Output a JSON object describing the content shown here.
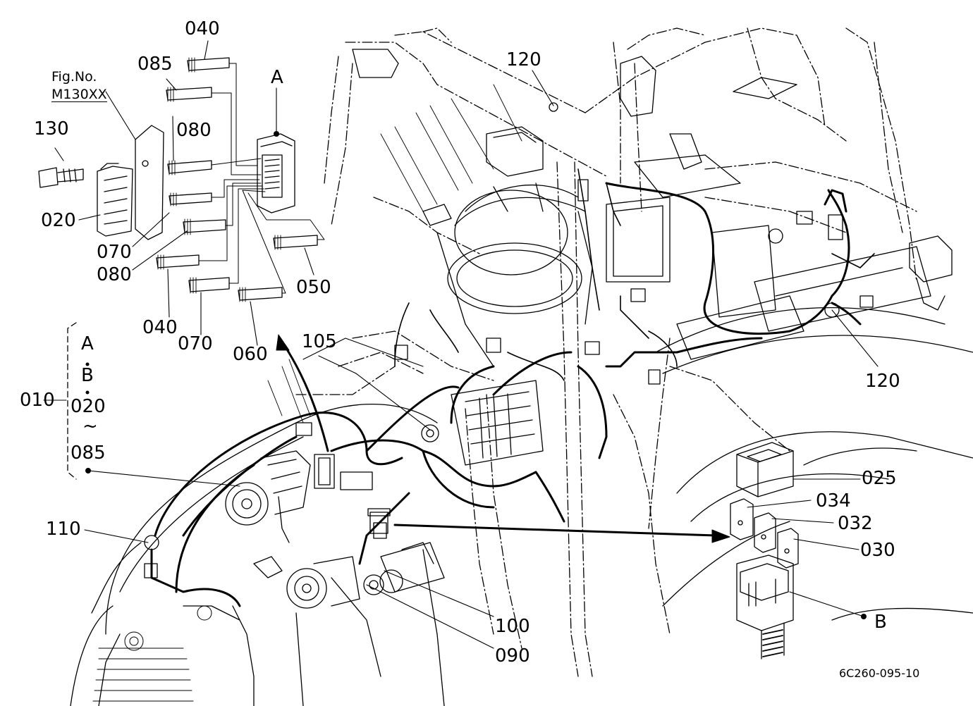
{
  "figure": {
    "fig_no_label": "Fig.No.",
    "fig_ref": "M130XX",
    "drawing_code": "6C260-095-10"
  },
  "callouts": {
    "p040_top": "040",
    "p085": "085",
    "p080_top": "080",
    "p130": "130",
    "p020": "020",
    "p070_left": "070",
    "p080_left": "080",
    "p040_bottom": "040",
    "p070_bottom": "070",
    "p060": "060",
    "p050": "050",
    "pA_top": "A",
    "p105": "105",
    "p120_top": "120",
    "p120_right": "120",
    "p110": "110",
    "p100": "100",
    "p090": "090",
    "p025": "025",
    "p034": "034",
    "p032": "032",
    "p030": "030",
    "pB": "B"
  },
  "assembly_group": {
    "number": "010",
    "line1": "A",
    "line2": "B",
    "line3": "020",
    "tilde": "~",
    "line4": "085"
  }
}
